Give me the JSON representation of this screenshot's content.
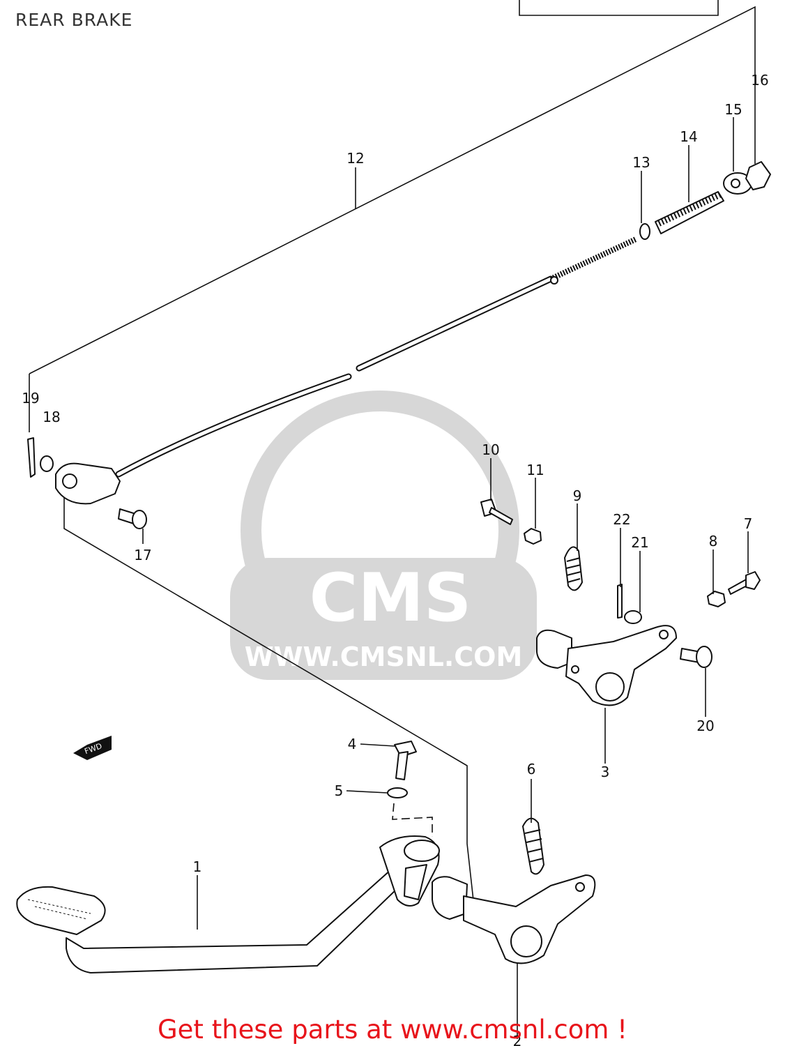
{
  "title": "REAR BRAKE",
  "footer": "Get these parts at www.cmsnl.com !",
  "watermark": {
    "logo_text": "CMS",
    "url_text": "WWW.CMSNL.COM",
    "color": "#d3d3d3"
  },
  "fwd_arrow_label": "FWD",
  "colors": {
    "footer": "#e8141b",
    "line_art": "#111111",
    "watermark": "#d3d3d3"
  },
  "callouts": {
    "c1": "1",
    "c2": "2",
    "c3": "3",
    "c4": "4",
    "c5": "5",
    "c6": "6",
    "c7": "7",
    "c8": "8",
    "c9": "9",
    "c10": "10",
    "c11": "11",
    "c12": "12",
    "c13": "13",
    "c14": "14",
    "c15": "15",
    "c16": "16",
    "c17": "17",
    "c18": "18",
    "c19": "19",
    "c20": "20",
    "c21": "21",
    "c22": "22"
  }
}
